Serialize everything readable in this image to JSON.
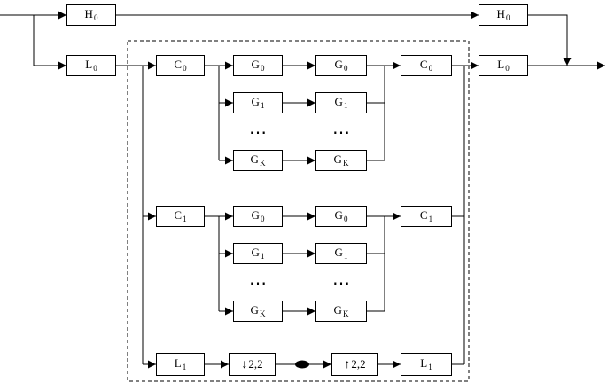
{
  "diagram": {
    "nodes": {
      "h0_in": {
        "base": "H",
        "sub": "0"
      },
      "l0_in": {
        "base": "L",
        "sub": "0"
      },
      "h0_out": {
        "base": "H",
        "sub": "0"
      },
      "l0_out": {
        "base": "L",
        "sub": "0"
      },
      "c0_in": {
        "base": "C",
        "sub": "0"
      },
      "c0_out": {
        "base": "C",
        "sub": "0"
      },
      "c1_in": {
        "base": "C",
        "sub": "1"
      },
      "c1_out": {
        "base": "C",
        "sub": "1"
      },
      "l1_in": {
        "base": "L",
        "sub": "1"
      },
      "l1_out": {
        "base": "L",
        "sub": "1"
      },
      "g0_a1": {
        "base": "G",
        "sub": "0"
      },
      "g0_a2": {
        "base": "G",
        "sub": "0"
      },
      "g1_a1": {
        "base": "G",
        "sub": "1"
      },
      "g1_a2": {
        "base": "G",
        "sub": "1"
      },
      "gk_a1": {
        "base": "G",
        "sub": "K"
      },
      "gk_a2": {
        "base": "G",
        "sub": "K"
      },
      "g0_b1": {
        "base": "G",
        "sub": "0"
      },
      "g0_b2": {
        "base": "G",
        "sub": "0"
      },
      "g1_b1": {
        "base": "G",
        "sub": "1"
      },
      "g1_b2": {
        "base": "G",
        "sub": "1"
      },
      "gk_b1": {
        "base": "G",
        "sub": "K"
      },
      "gk_b2": {
        "base": "G",
        "sub": "K"
      },
      "downsampler": {
        "symbol": "↓",
        "label": "2,2"
      },
      "upsampler": {
        "symbol": "↑",
        "label": "2,2"
      }
    },
    "ellipsis": "⋯",
    "colors": {
      "line": "#000000",
      "background": "#ffffff"
    }
  }
}
